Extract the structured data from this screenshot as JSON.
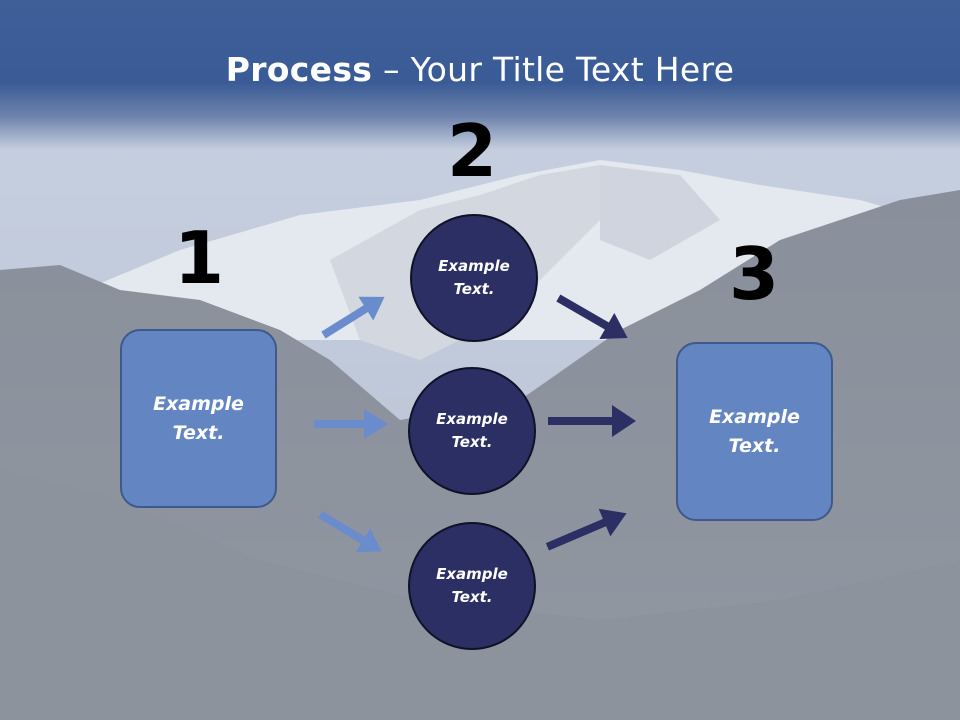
{
  "title": {
    "bold": "Process",
    "rest": " – Your Title Text Here"
  },
  "steps": {
    "one": "1",
    "two": "2",
    "three": "3"
  },
  "boxes": {
    "left": {
      "line1": "Example",
      "line2": "Text."
    },
    "right": {
      "line1": "Example",
      "line2": "Text."
    }
  },
  "circles": [
    {
      "line1": "Example",
      "line2": "Text."
    },
    {
      "line1": "Example",
      "line2": "Text."
    },
    {
      "line1": "Example",
      "line2": "Text."
    }
  ],
  "colors": {
    "header": "#3a5b96",
    "box_fill": "#6385c2",
    "circle_fill": "#2b2f63",
    "arrow_light": "#6a8ccc",
    "arrow_dark": "#2b2f63"
  }
}
